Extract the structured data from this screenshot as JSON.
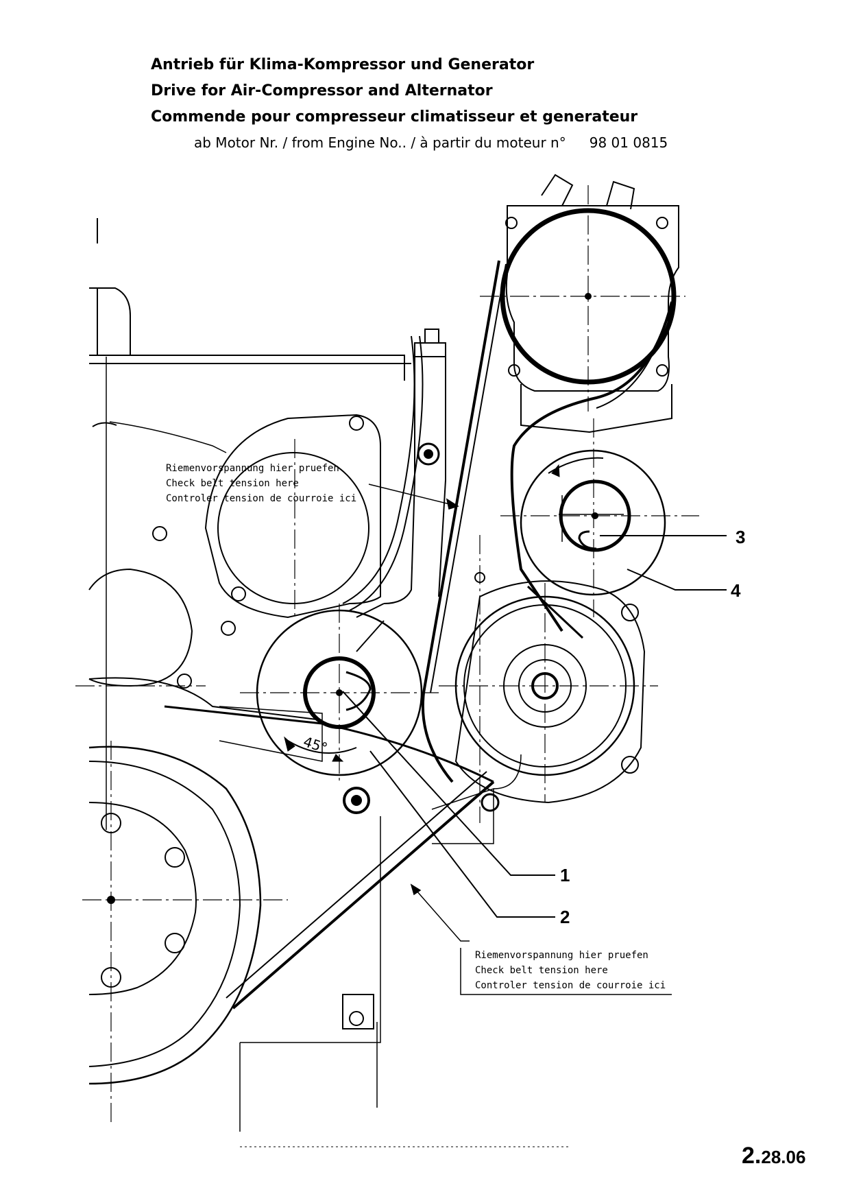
{
  "header": {
    "title_de": "Antrieb für Klima-Kompressor und Generator",
    "title_en": "Drive for Air-Compressor and Alternator",
    "title_fr": "Commende pour compresseur climatisseur et generateur",
    "engine_from_label": "ab Motor Nr.  / from Engine No.. / à partir du moteur n°",
    "engine_number": "98 01 0815"
  },
  "notes": {
    "upper": {
      "line_de": "Riemenvorspannung hier pruefen",
      "line_en": "Check belt tension here",
      "line_fr": "Controler tension de courroie ici"
    },
    "lower": {
      "line_de": "Riemenvorspannung hier pruefen",
      "line_en": "Check belt tension here",
      "line_fr": "Controler tension de courroie ici"
    }
  },
  "callouts": {
    "c1": "1",
    "c2": "2",
    "c3": "3",
    "c4": "4"
  },
  "angle_label": "45°",
  "page_number": {
    "major": "2.",
    "minor": "28.06"
  }
}
